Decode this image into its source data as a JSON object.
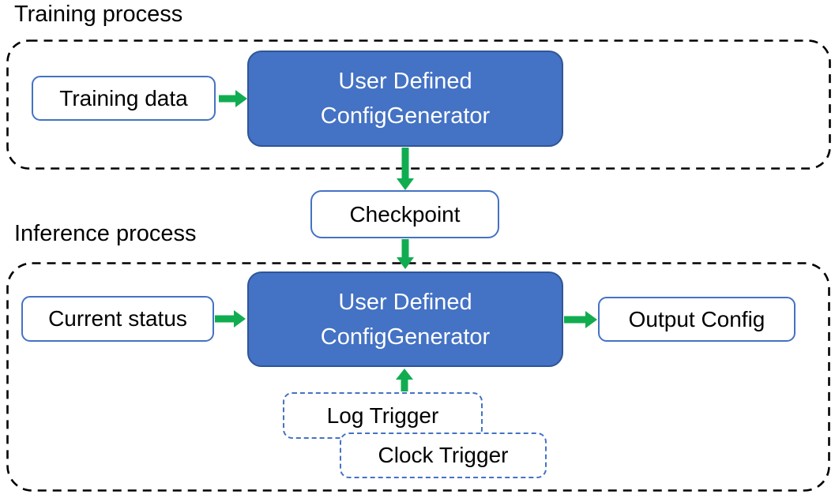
{
  "colors": {
    "generator_fill": "#4472C4",
    "generator_border": "#2F5597",
    "io_box_border": "#4472C4",
    "trigger_box_border": "#4472C4",
    "container_border": "#000000",
    "arrow_green": "#10AD50",
    "text_dark": "#000000",
    "text_light": "#FFFFFF"
  },
  "training_section": {
    "label": "Training process",
    "training_data_box": "Training data",
    "generator_box": {
      "line1": "User Defined",
      "line2": "ConfigGenerator"
    }
  },
  "checkpoint_box": "Checkpoint",
  "inference_section": {
    "label": "Inference process",
    "current_status_box": "Current status",
    "generator_box": {
      "line1": "User Defined",
      "line2": "ConfigGenerator"
    },
    "output_config_box": "Output Config",
    "log_trigger_box": "Log Trigger",
    "clock_trigger_box": "Clock Trigger"
  }
}
